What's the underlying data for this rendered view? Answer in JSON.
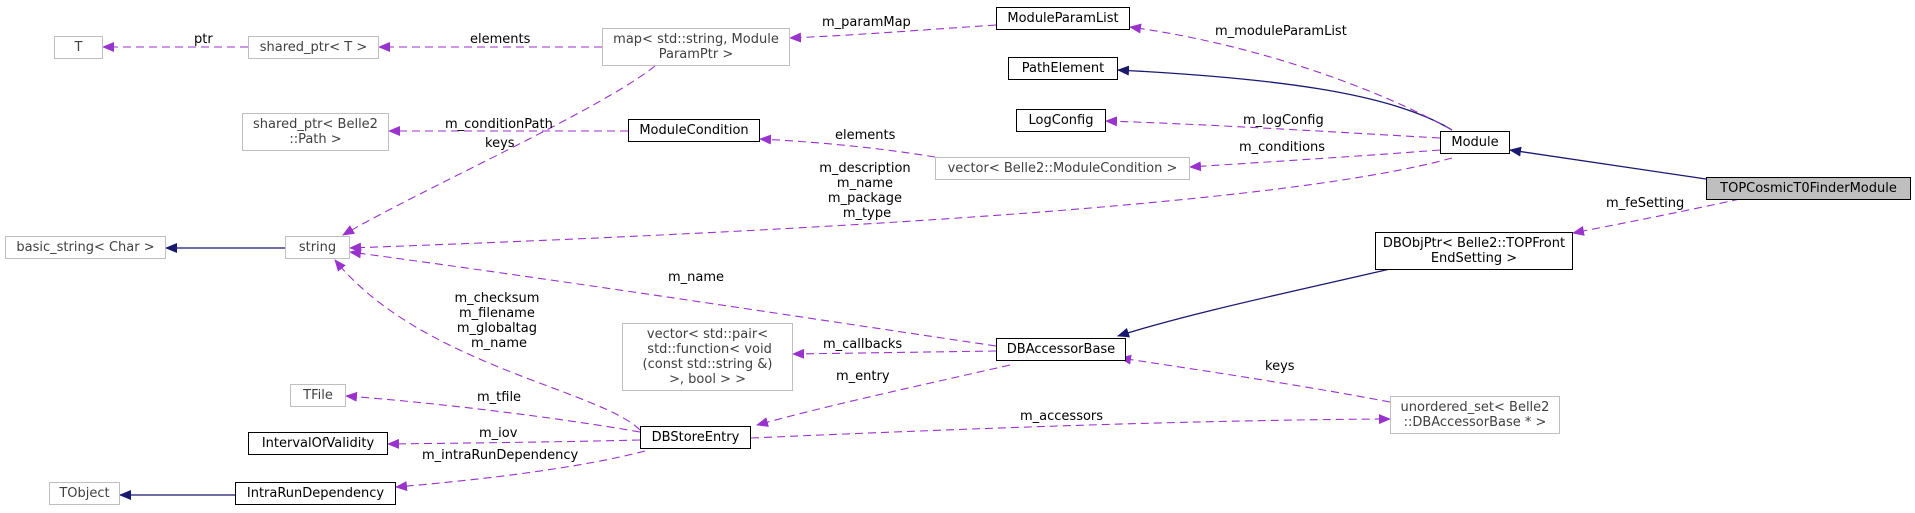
{
  "nodes": {
    "t": "T",
    "shared_ptr_t": "shared_ptr< T >",
    "map": "map< std::string, Module\nParamPtr >",
    "module_param_list": "ModuleParamList",
    "path_element": "PathElement",
    "log_config": "LogConfig",
    "module": "Module",
    "top_cosmic": "TOPCosmicT0FinderModule",
    "shared_ptr_path": "shared_ptr< Belle2\n::Path >",
    "module_condition": "ModuleCondition",
    "vector_mc": "vector< Belle2::ModuleCondition >",
    "basic_string": "basic_string< Char >",
    "string": "string",
    "dbobjptr": "DBObjPtr< Belle2::TOPFront\nEndSetting >",
    "vector_pair": "vector< std::pair<\n std::function< void\n(const std::string &)\n>, bool > >",
    "db_accessor_base": "DBAccessorBase",
    "tfile": "TFile",
    "interval_of_validity": "IntervalOfValidity",
    "db_store_entry": "DBStoreEntry",
    "unordered_set": "unordered_set< Belle2\n::DBAccessorBase * >",
    "tobject": "TObject",
    "intra_run_dependency": "IntraRunDependency"
  },
  "edge_labels": {
    "ptr": "ptr",
    "elements_map": "elements",
    "m_paramMap": "m_paramMap",
    "m_moduleParamList": "m_moduleParamList",
    "m_logConfig": "m_logConfig",
    "m_conditionPath": "m_conditionPath",
    "keys_map": "keys",
    "elements_vec": "elements",
    "m_conditions": "m_conditions",
    "m_module_members": "m_description\nm_name\nm_package\nm_type",
    "m_feSetting": "m_feSetting",
    "m_name_dbab": "m_name",
    "m_dbse_members": "m_checksum\nm_filename\nm_globaltag\nm_name",
    "m_callbacks": "m_callbacks",
    "m_entry": "m_entry",
    "keys_set": "keys",
    "m_tfile": "m_tfile",
    "m_iov": "m_iov",
    "m_intraRunDependency": "m_intraRunDependency",
    "m_accessors": "m_accessors"
  },
  "colors": {
    "inheritance": "#191970",
    "usage": "#9a32cd",
    "grey_border": "#bfbfbf",
    "focus_fill": "#bfbfbf"
  }
}
